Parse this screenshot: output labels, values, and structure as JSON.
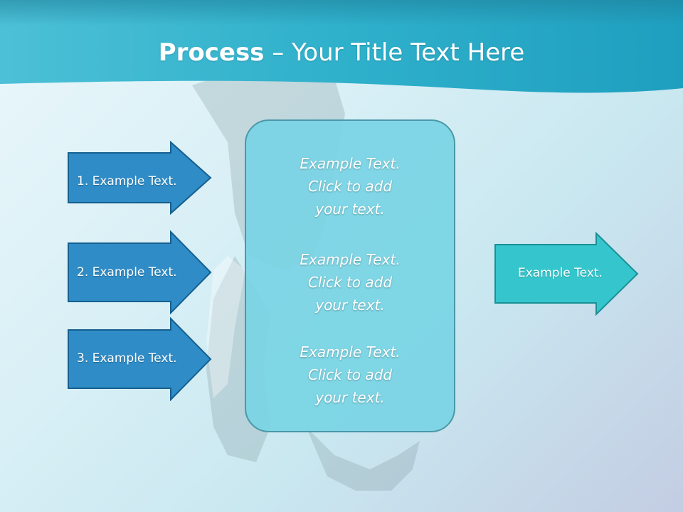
{
  "slide": {
    "title_strong": "Process",
    "title_rest": " – Your Title Text Here"
  },
  "left_arrows": [
    {
      "label": "1. Example Text."
    },
    {
      "label": "2. Example Text."
    },
    {
      "label": "3. Example Text."
    }
  ],
  "center_blocks": [
    {
      "lines": [
        "Example Text.",
        "Click  to add",
        "your text."
      ]
    },
    {
      "lines": [
        "Example Text.",
        "Click  to add",
        "your text."
      ]
    },
    {
      "lines": [
        "Example Text.",
        "Click  to add",
        "your text."
      ]
    }
  ],
  "right_arrow": {
    "label": "Example Text."
  },
  "colors": {
    "header": "#2fb0cb",
    "left_arrow_fill": "#2f8cc6",
    "left_arrow_stroke": "#155f8f",
    "right_arrow_fill": "#34c6cc",
    "right_arrow_stroke": "#1b8f96",
    "center_box": "#78d4e4"
  }
}
